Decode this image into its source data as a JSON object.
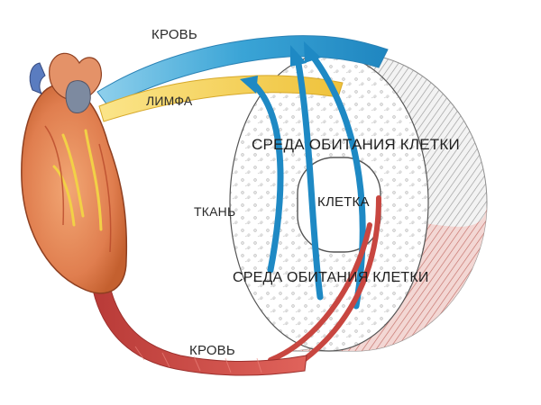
{
  "labels": {
    "blood_top": "КРОВЬ",
    "lymph": "ЛИМФА",
    "cell_environment_top": "СРЕДА ОБИТАНИЯ КЛЕТКИ",
    "cell": "КЛЕТКА",
    "tissue": "ТКАНЬ",
    "cell_environment_bottom": "СРЕДА ОБИТАНИЯ КЛЕТКИ",
    "blood_bottom": "КРОВЬ"
  },
  "colors": {
    "venous_blood": "#2a9ad0",
    "lymph": "#f2c94c",
    "arterial_blood": "#c94a45",
    "heart": "#e2895a"
  }
}
